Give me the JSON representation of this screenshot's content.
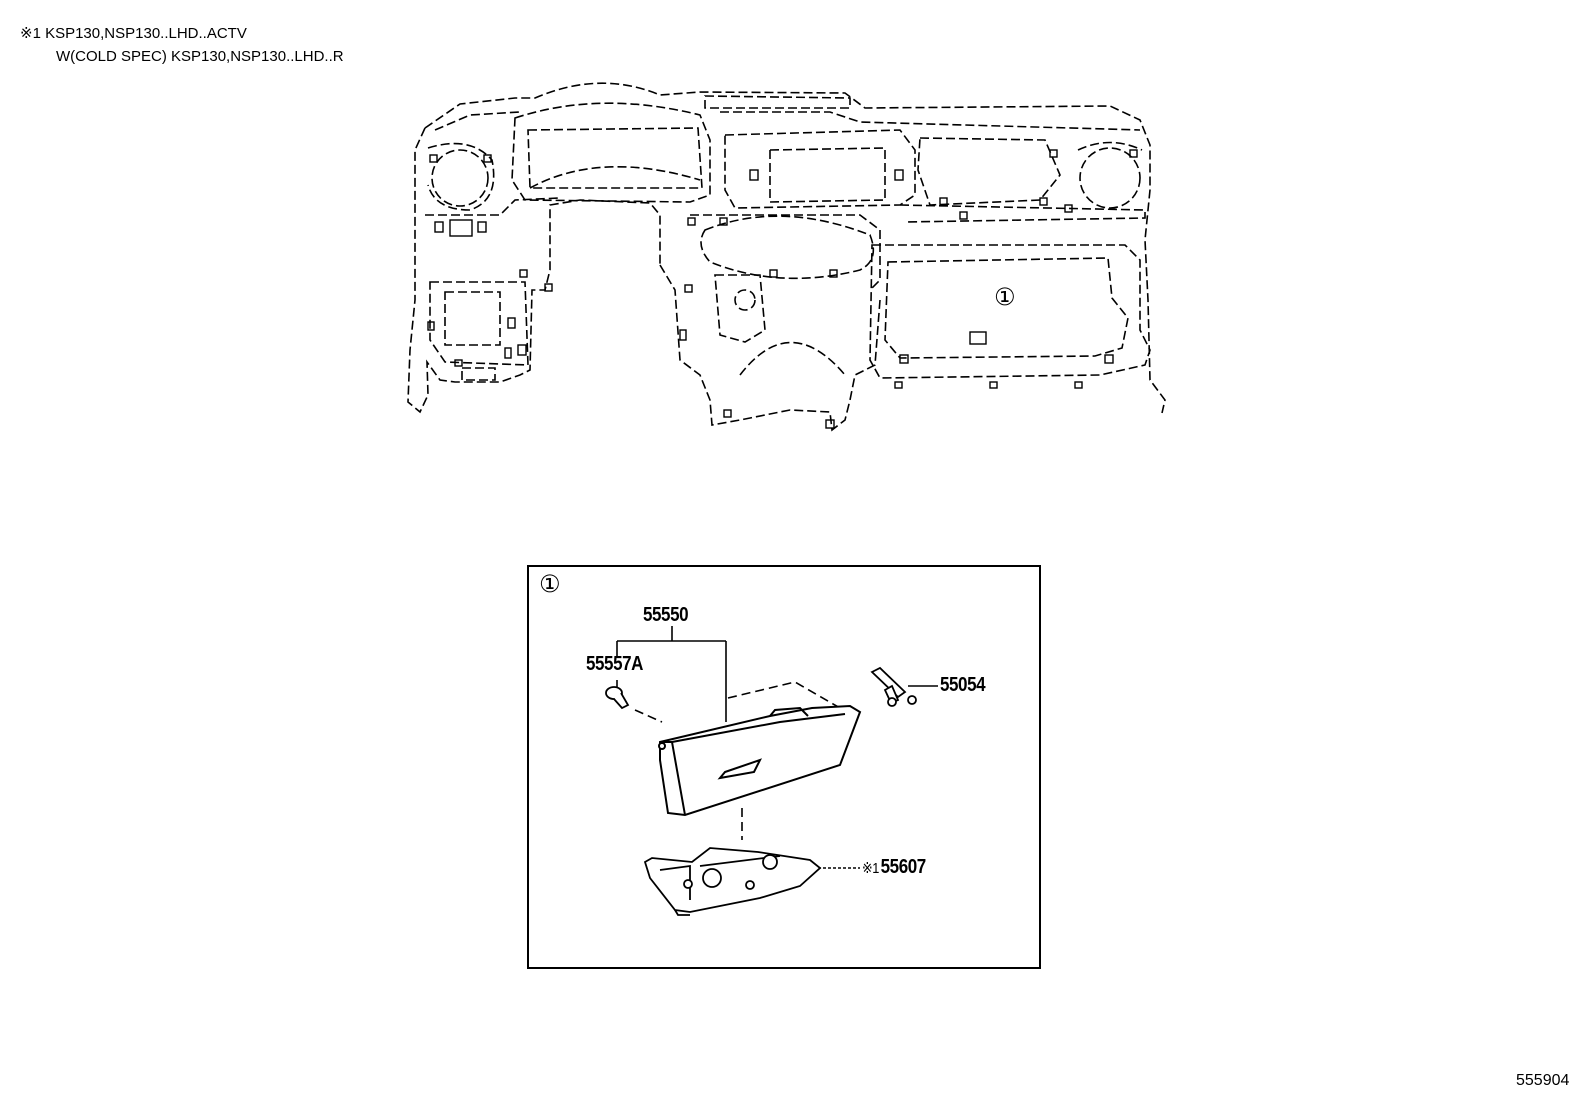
{
  "notes": {
    "line1": "※1 KSP130,NSP130..LHD..ACTV",
    "line2": "W(COLD SPEC) KSP130,NSP130..LHD..R"
  },
  "callouts": {
    "overview_marker": "①",
    "detail_marker": "①"
  },
  "parts": [
    {
      "id": "glove-box-assy",
      "number": "55550",
      "mark": ""
    },
    {
      "id": "glove-box-stopper",
      "number": "55557A",
      "mark": ""
    },
    {
      "id": "glove-box-damper",
      "number": "55054",
      "mark": ""
    },
    {
      "id": "glove-box-door-lower",
      "number": "55607",
      "mark": "※1"
    }
  ],
  "diagram_id": "555904",
  "colors": {
    "line": "#000000",
    "background": "#ffffff"
  }
}
